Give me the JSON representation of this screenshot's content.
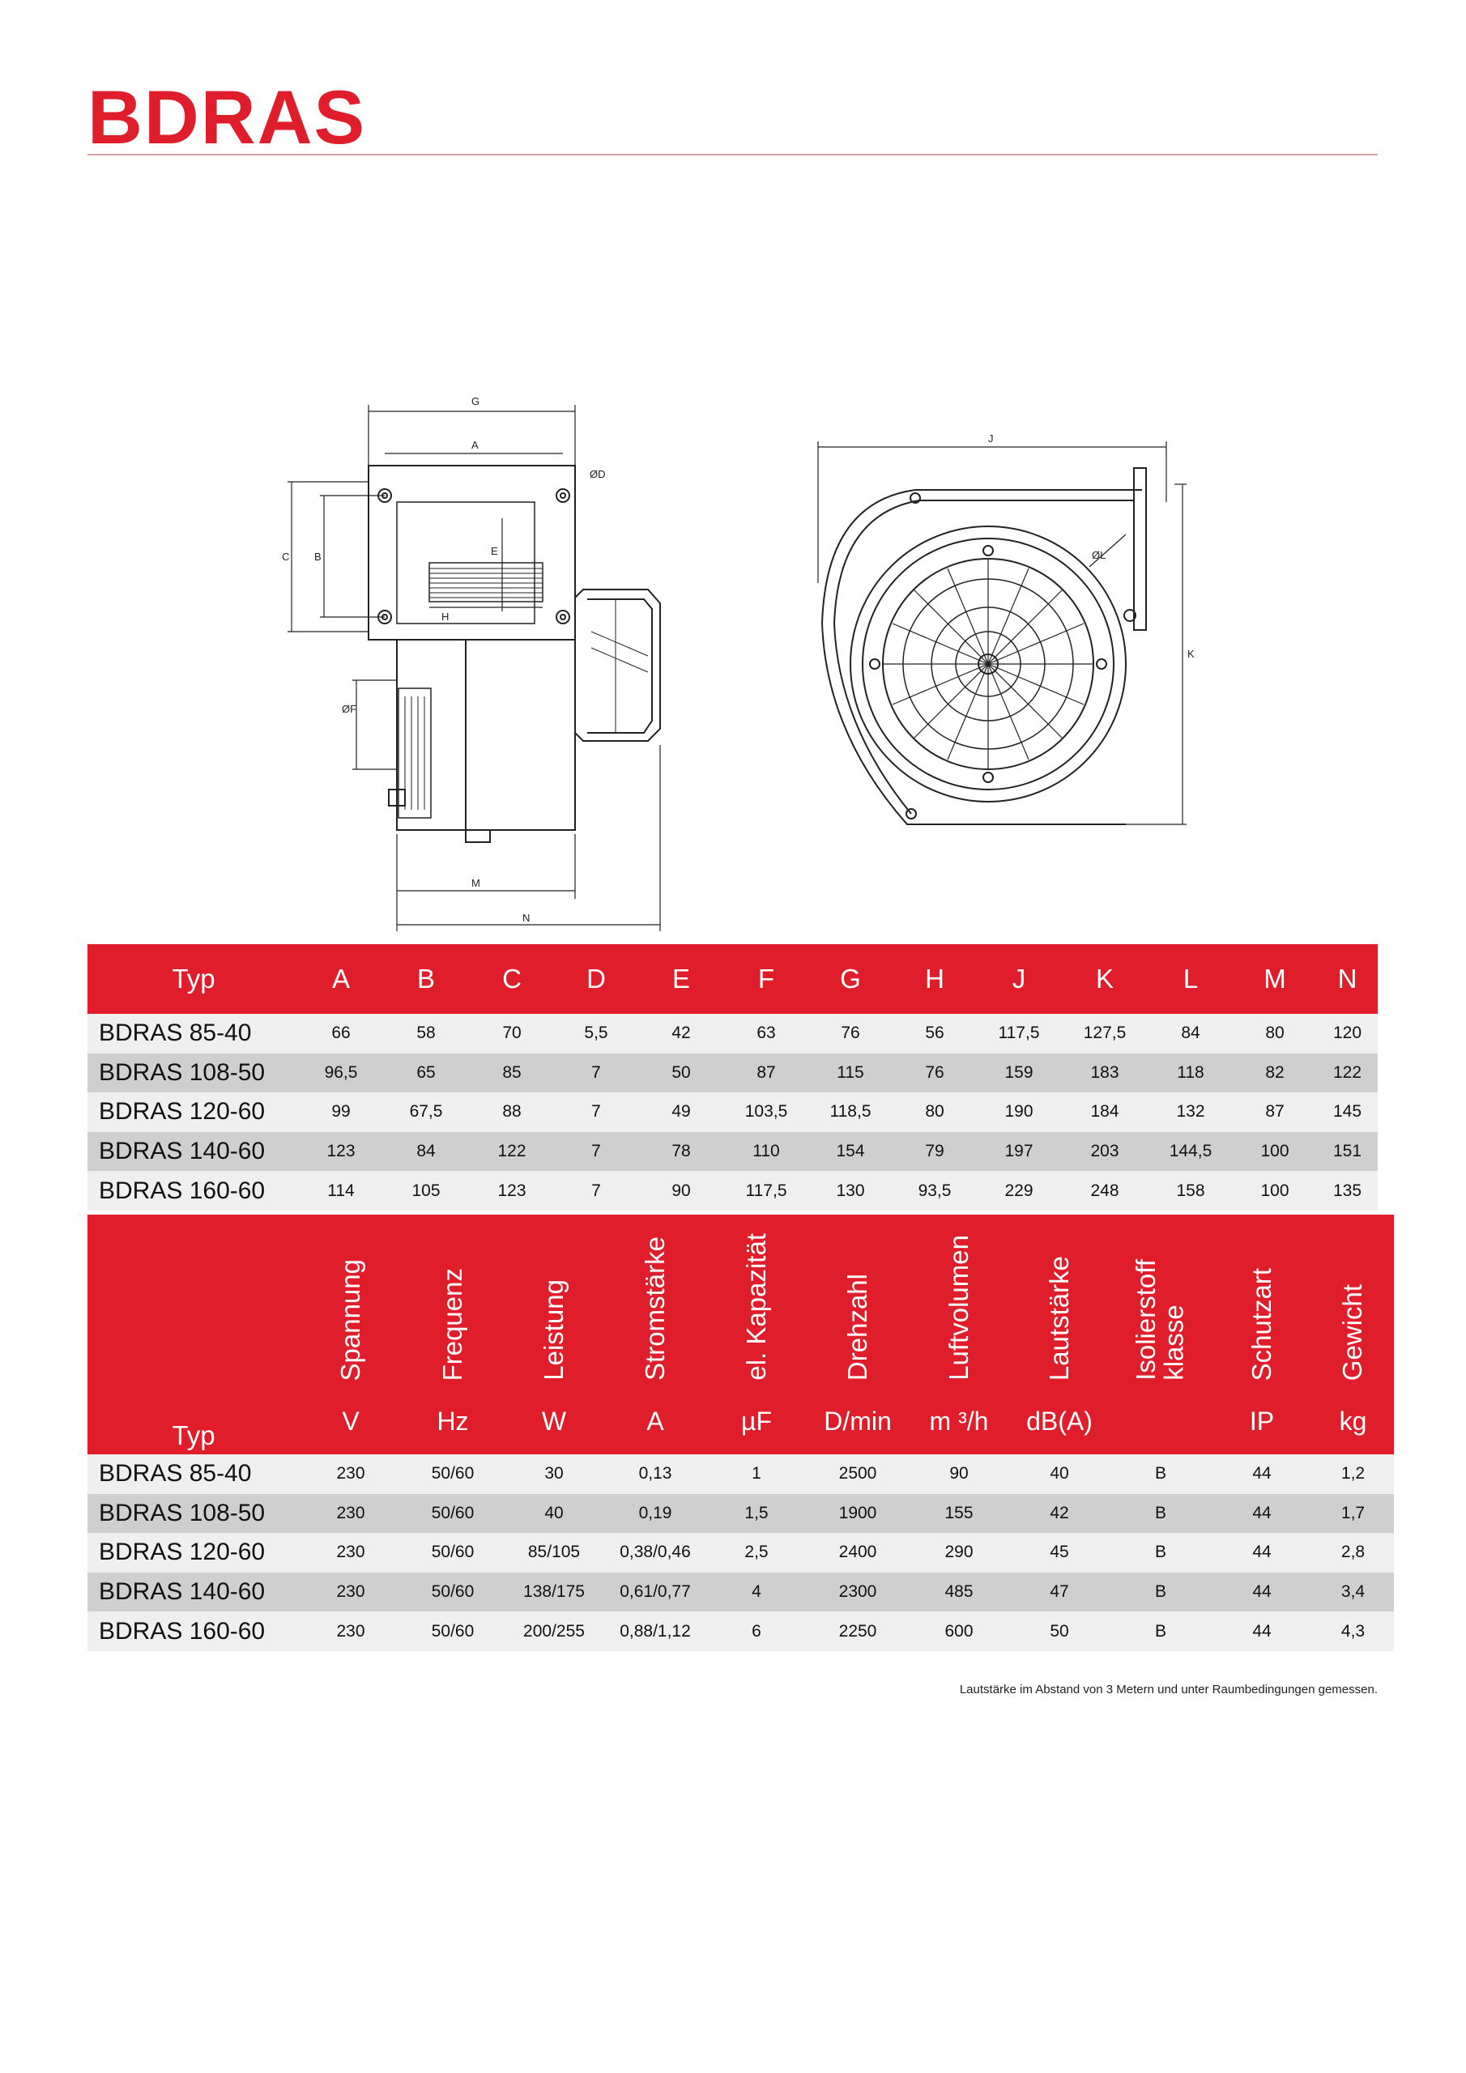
{
  "page": {
    "title": "BDRAS"
  },
  "drawing": {
    "labels": {
      "g": "G",
      "a": "A",
      "d": "ØD",
      "c": "C",
      "b": "B",
      "e": "E",
      "h": "H",
      "f": "ØF",
      "m": "M",
      "n": "N",
      "j": "J",
      "l": "ØL",
      "k": "K"
    }
  },
  "dimensions_table": {
    "header": [
      "Typ",
      "A",
      "B",
      "C",
      "D",
      "E",
      "F",
      "G",
      "H",
      "J",
      "K",
      "L",
      "M",
      "N"
    ],
    "rows": [
      [
        "BDRAS 85-40",
        "66",
        "58",
        "70",
        "5,5",
        "42",
        "63",
        "76",
        "56",
        "117,5",
        "127,5",
        "84",
        "80",
        "120"
      ],
      [
        "BDRAS 108-50",
        "96,5",
        "65",
        "85",
        "7",
        "50",
        "87",
        "115",
        "76",
        "159",
        "183",
        "118",
        "82",
        "122"
      ],
      [
        "BDRAS 120-60",
        "99",
        "67,5",
        "88",
        "7",
        "49",
        "103,5",
        "118,5",
        "80",
        "190",
        "184",
        "132",
        "87",
        "145"
      ],
      [
        "BDRAS 140-60",
        "123",
        "84",
        "122",
        "7",
        "78",
        "110",
        "154",
        "79",
        "197",
        "203",
        "144,5",
        "100",
        "151"
      ],
      [
        "BDRAS 160-60",
        "114",
        "105",
        "123",
        "7",
        "90",
        "117,5",
        "130",
        "93,5",
        "229",
        "248",
        "158",
        "100",
        "135"
      ]
    ]
  },
  "specs_table": {
    "typ_label": "Typ",
    "columns": [
      {
        "name": [
          "Spannung"
        ],
        "unit": "V"
      },
      {
        "name": [
          "Frequenz"
        ],
        "unit": "Hz"
      },
      {
        "name": [
          "Leistung"
        ],
        "unit": "W"
      },
      {
        "name": [
          "Stromstärke"
        ],
        "unit": "A"
      },
      {
        "name": [
          "el. Kapazität"
        ],
        "unit": "µF"
      },
      {
        "name": [
          "Drehzahl"
        ],
        "unit": "D/min"
      },
      {
        "name": [
          "Luftvolumen"
        ],
        "unit": "m ³/h"
      },
      {
        "name": [
          "Lautstärke"
        ],
        "unit": "dB(A)"
      },
      {
        "name": [
          "Isolierstoff",
          "klasse"
        ],
        "unit": ""
      },
      {
        "name": [
          "Schutzart"
        ],
        "unit": "IP"
      },
      {
        "name": [
          "Gewicht"
        ],
        "unit": "kg"
      }
    ],
    "rows": [
      [
        "BDRAS 85-40",
        "230",
        "50/60",
        "30",
        "0,13",
        "1",
        "2500",
        "90",
        "40",
        "B",
        "44",
        "1,2"
      ],
      [
        "BDRAS 108-50",
        "230",
        "50/60",
        "40",
        "0,19",
        "1,5",
        "1900",
        "155",
        "42",
        "B",
        "44",
        "1,7"
      ],
      [
        "BDRAS 120-60",
        "230",
        "50/60",
        "85/105",
        "0,38/0,46",
        "2,5",
        "2400",
        "290",
        "45",
        "B",
        "44",
        "2,8"
      ],
      [
        "BDRAS 140-60",
        "230",
        "50/60",
        "138/175",
        "0,61/0,77",
        "4",
        "2300",
        "485",
        "47",
        "B",
        "44",
        "3,4"
      ],
      [
        "BDRAS 160-60",
        "230",
        "50/60",
        "200/255",
        "0,88/1,12",
        "6",
        "2250",
        "600",
        "50",
        "B",
        "44",
        "4,3"
      ]
    ],
    "footnote": "Lautstärke im Abstand von 3 Metern und unter Raumbedingungen gemessen."
  }
}
